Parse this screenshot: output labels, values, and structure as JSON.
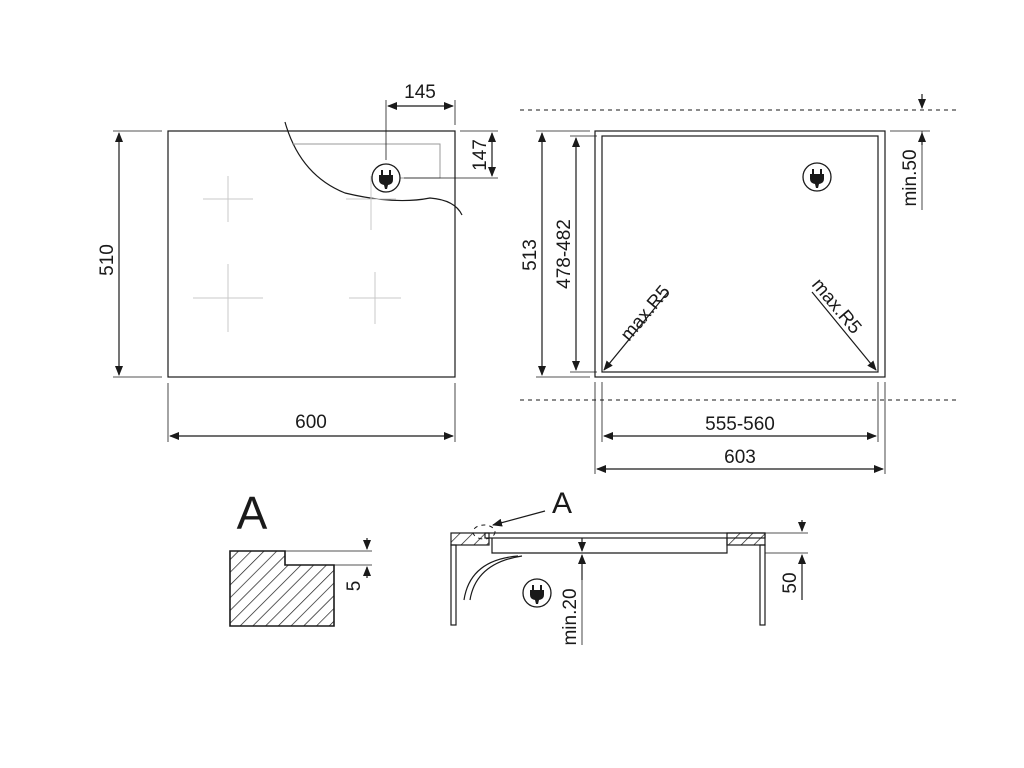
{
  "hob_top": {
    "width_label": "600",
    "depth_label": "510",
    "plug_offset_x_label": "145",
    "plug_offset_y_label": "147"
  },
  "cutout": {
    "outer_width_label": "603",
    "inner_width_label": "555-560",
    "outer_depth_label": "513",
    "inner_depth_label": "478-482",
    "wall_clearance_label": "min.50",
    "radius_left_label": "max.R5",
    "radius_right_label": "max.R5"
  },
  "detail": {
    "detail_letter": "A",
    "rebate_label": "5"
  },
  "section": {
    "callout_letter": "A",
    "height_label": "50",
    "clearance_label": "min.20"
  },
  "icons": [
    "plug-icon",
    "plug-icon",
    "plug-icon"
  ]
}
